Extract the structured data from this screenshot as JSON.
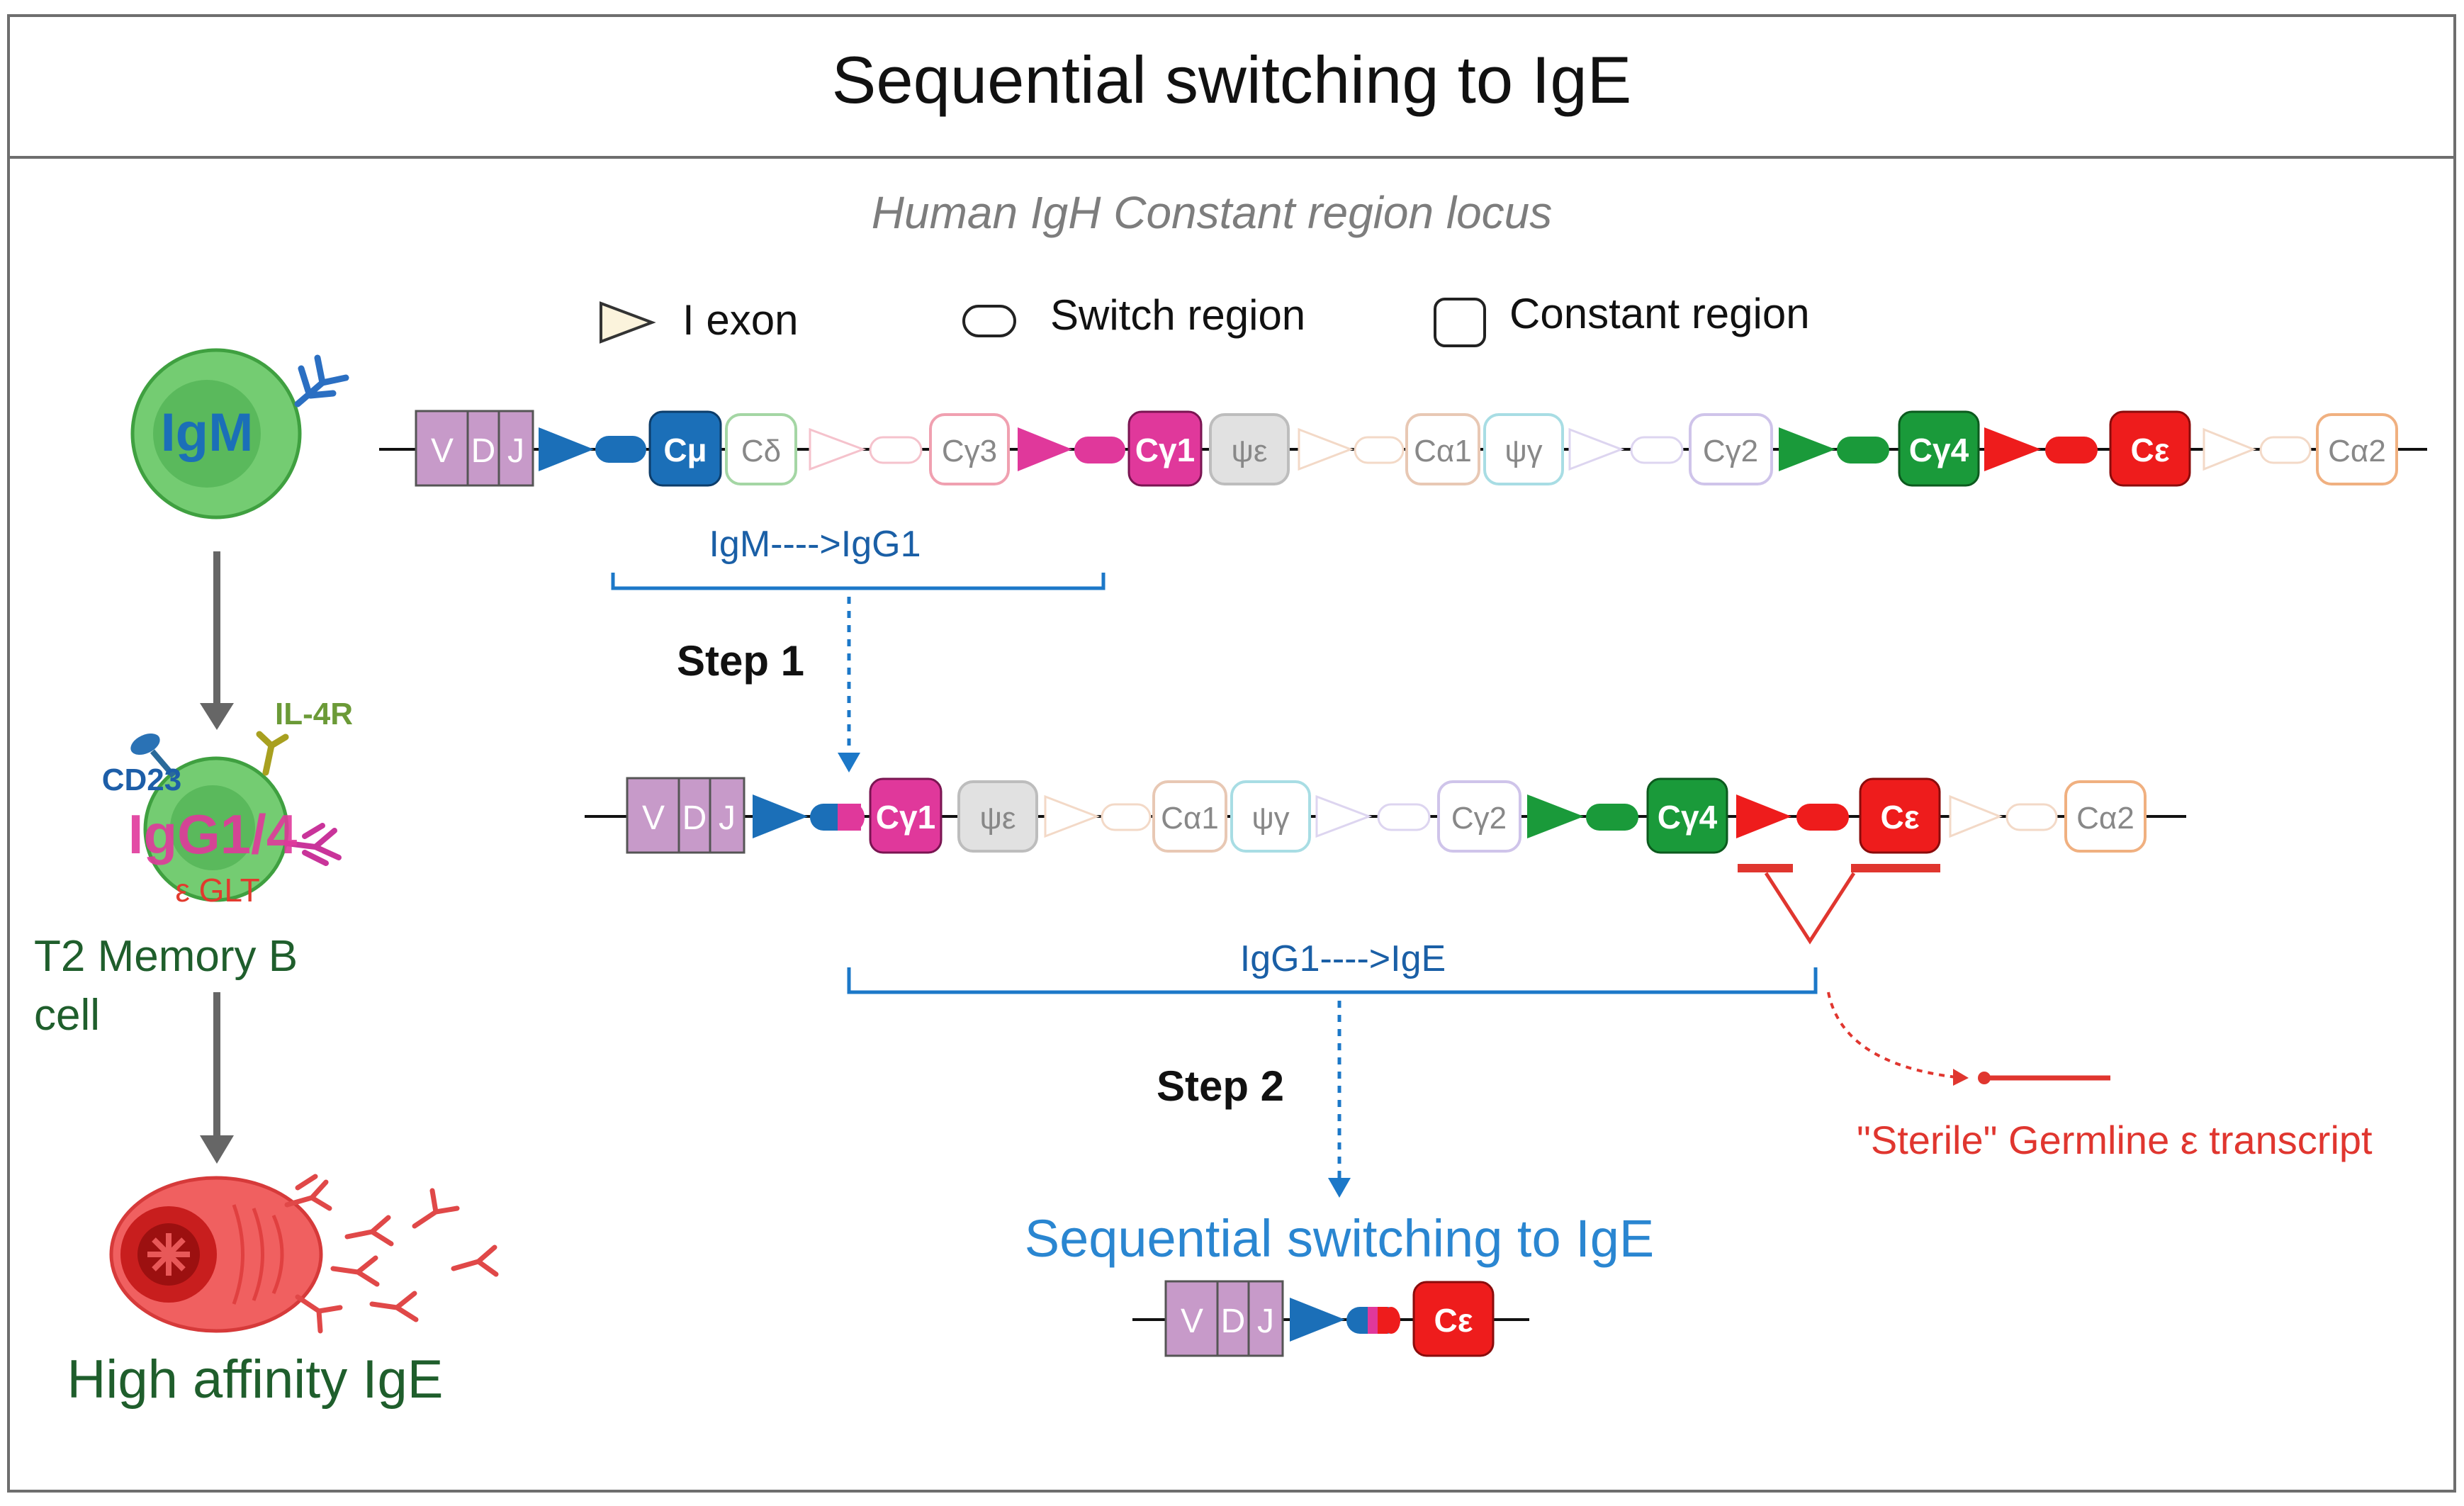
{
  "title": "Sequential switching to IgE",
  "locus_caption": "Human IgH Constant region locus",
  "legend": {
    "i_exon": "I exon",
    "switch_region": "Switch region",
    "constant_region": "Constant region"
  },
  "cells": {
    "igm_cell_label": "IgM",
    "memory_cell_label": "IgG1/4",
    "memory_cell_glt": "ε GLT",
    "cd23": "CD23",
    "il4r": "IL-4R",
    "memory_cell_name_line1": "T2 Memory B",
    "memory_cell_name_line2": "cell",
    "plasma_label": "High affinity IgE"
  },
  "vdj": {
    "v": "V",
    "d": "D",
    "j": "J"
  },
  "genes": {
    "cmu": "Cμ",
    "cdelta": "Cδ",
    "cg3": "Cγ3",
    "cg1": "Cγ1",
    "psie": "ψε",
    "ca1": "Cα1",
    "psig": "ψγ",
    "cg2": "Cγ2",
    "cg4": "Cγ4",
    "ce": "Cε",
    "ca2": "Cα2"
  },
  "steps": {
    "bracket1": "IgM---->IgG1",
    "step1": "Step 1",
    "bracket2": "IgG1---->IgE",
    "step2": "Step 2",
    "final": "Sequential switching to IgE"
  },
  "transcript_label": "\"Sterile\" Germline ε  transcript",
  "colors": {
    "vdj": "#c79ac9",
    "blue": "#1b6fb8",
    "magenta": "#e0389b",
    "green": "#1a9a3a",
    "red": "#ee1c1c",
    "grey_fill": "#e1e1e1",
    "bracket_blue": "#1c78c8",
    "title_border": "#555555",
    "caption_grey": "#7d7d7d",
    "dark_green_text": "#1f5e2c",
    "final_blue": "#2a86d1",
    "transcript_red": "#e0362f"
  }
}
